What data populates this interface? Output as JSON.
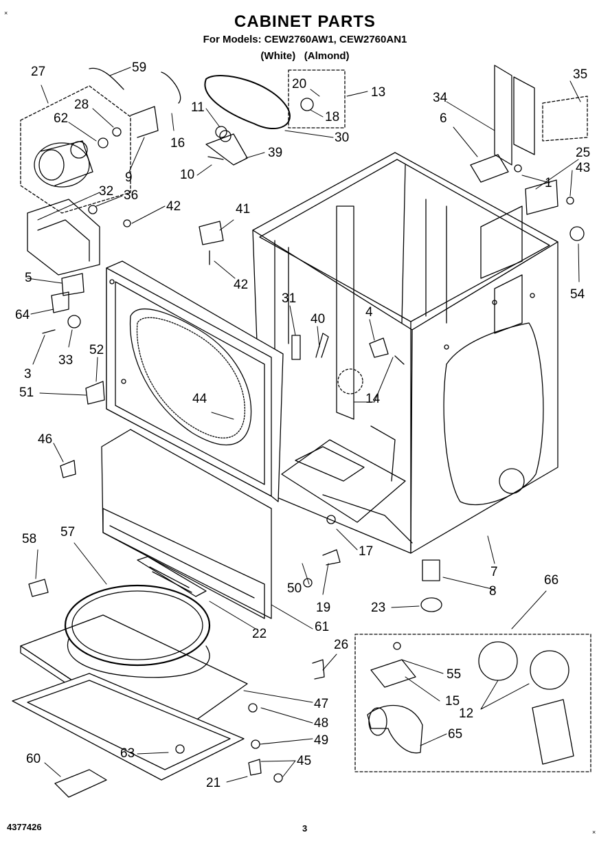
{
  "header": {
    "title": "CABINET PARTS",
    "models_line": "For Models: CEW2760AW1, CEW2760AN1",
    "colors_line": "(White)   (Almond)"
  },
  "footer": {
    "doc_number": "4377426",
    "page_number": "3"
  },
  "corner_marks": [
    "×",
    "×"
  ],
  "part_labels": [
    "59",
    "27",
    "28",
    "62",
    "16",
    "9",
    "32",
    "36",
    "42",
    "5",
    "64",
    "3",
    "33",
    "52",
    "51",
    "46",
    "58",
    "57",
    "60",
    "63",
    "20",
    "13",
    "18",
    "11",
    "30",
    "10",
    "39",
    "41",
    "42",
    "31",
    "40",
    "4",
    "14",
    "44",
    "17",
    "50",
    "19",
    "22",
    "61",
    "34",
    "35",
    "6",
    "25",
    "43",
    "1",
    "54",
    "7",
    "8",
    "23",
    "66",
    "26",
    "47",
    "48",
    "49",
    "45",
    "21",
    "55",
    "15",
    "12",
    "65"
  ]
}
